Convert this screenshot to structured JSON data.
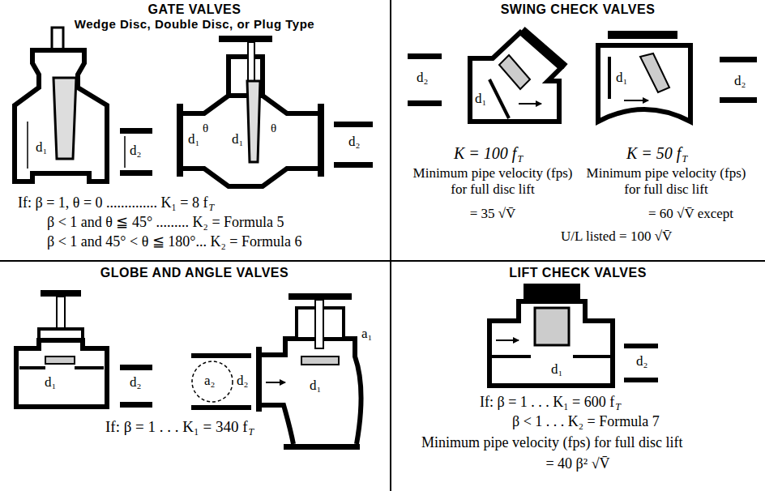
{
  "diagram": {
    "labels": [
      "GATE VALVES",
      "Wedge Disc, Double Disc, or Plug Type",
      "d₁",
      "d₂",
      "d₁",
      "θ",
      "d₁",
      "θ",
      "d₂",
      "If: β = 1, θ = 0 .............. K₁ = 8 f",
      "T",
      "β < 1 and θ ≦ 45° ......... K₂ = Formula 5",
      "β < 1 and 45° < θ ≦ 180°... K₂ = Formula 6",
      "SWING CHECK VALVES",
      "d₂",
      "d₁",
      "d₁",
      "d₂",
      "K = 100 f",
      "T",
      "K = 50 f",
      "T",
      "Minimum pipe velocity (fps) for full disc lift",
      "= 35 √V̄",
      "Minimum pipe velocity (fps) for full disc lift",
      "= 60 √V̄ except",
      "U/L listed = 100 √V̄",
      "GLOBE AND ANGLE VALVES",
      "d₁",
      "d₂",
      "a₂",
      "d₂",
      "a₁",
      "d₁",
      "If: β = 1 . . . K₁ = 340 f",
      "T",
      "LIFT CHECK VALVES",
      "d₁",
      "d₂",
      "If: β = 1 . . . K₁ = 600 f",
      "T",
      "β < 1 . . . K₂ = Formula 7",
      "Minimum pipe velocity (fps) for full disc lift",
      "= 40 β² √V̄"
    ]
  }
}
